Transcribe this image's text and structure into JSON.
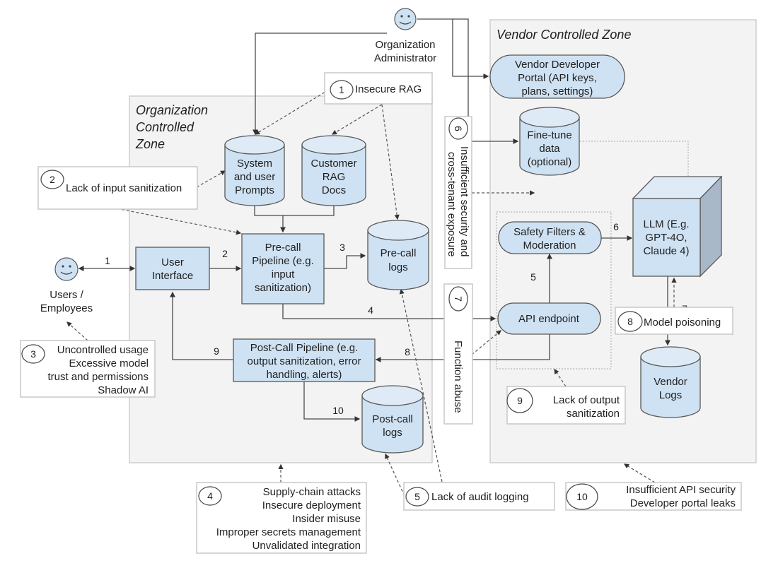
{
  "zones": {
    "organization": [
      "Organization",
      "Controlled",
      "Zone"
    ],
    "vendor": "Vendor Controlled Zone"
  },
  "actors": {
    "admin": [
      "Organization",
      "Administrator"
    ],
    "users": [
      "Users /",
      "Employees"
    ]
  },
  "components": {
    "system_prompts": [
      "System",
      "and user",
      "Prompts"
    ],
    "rag_docs": [
      "Customer",
      "RAG",
      "Docs"
    ],
    "user_interface": [
      "User",
      "Interface"
    ],
    "precall_pipeline": [
      "Pre-call",
      "Pipeline (e.g.",
      "input",
      "sanitization)"
    ],
    "precall_logs": [
      "Pre-call",
      "logs"
    ],
    "postcall_pipeline": [
      "Post-Call Pipeline (e.g.",
      "output sanitization, error",
      "handling, alerts)"
    ],
    "postcall_logs": [
      "Post-call",
      "logs"
    ],
    "dev_portal": [
      "Vendor Developer",
      "Portal (API keys,",
      "plans, settings)"
    ],
    "finetune": [
      "Fine-tune",
      "data",
      "(optional)"
    ],
    "safety": [
      "Safety Filters &",
      "Moderation"
    ],
    "api_endpoint": "API endpoint",
    "llm": [
      "LLM (E.g.",
      "GPT-4O,",
      "Claude 4)"
    ],
    "vendor_logs": [
      "Vendor",
      "Logs"
    ]
  },
  "flow_labels": {
    "f1": "1",
    "f2": "2",
    "f3": "3",
    "f4": "4",
    "f5": "5",
    "f6": "6",
    "f7": "7",
    "f8": "8",
    "f9": "9",
    "f10": "10"
  },
  "risks": [
    {
      "num": "1",
      "lines": [
        "Insecure RAG"
      ]
    },
    {
      "num": "2",
      "lines": [
        "Lack of input sanitization"
      ]
    },
    {
      "num": "3",
      "lines": [
        "Uncontrolled usage",
        "Excessive model",
        "trust and permissions",
        "Shadow AI"
      ]
    },
    {
      "num": "4",
      "lines": [
        "Supply-chain attacks",
        "Insecure deployment",
        "Insider misuse",
        "Improper secrets management",
        "Unvalidated integration"
      ]
    },
    {
      "num": "5",
      "lines": [
        "Lack of audit logging"
      ]
    },
    {
      "num": "6",
      "lines": [
        "Insufficient security and",
        "cross-tenant exposure"
      ]
    },
    {
      "num": "7",
      "lines": [
        "Function abuse"
      ]
    },
    {
      "num": "8",
      "lines": [
        "Model poisoning"
      ]
    },
    {
      "num": "9",
      "lines": [
        "Lack of output",
        "sanitization"
      ]
    },
    {
      "num": "10",
      "lines": [
        "Insufficient API security",
        "Developer portal leaks"
      ]
    }
  ],
  "colors": {
    "component_fill": "#cfe2f3",
    "zone_fill": "#f3f3f3",
    "cube_side": "#a8b8c8"
  }
}
